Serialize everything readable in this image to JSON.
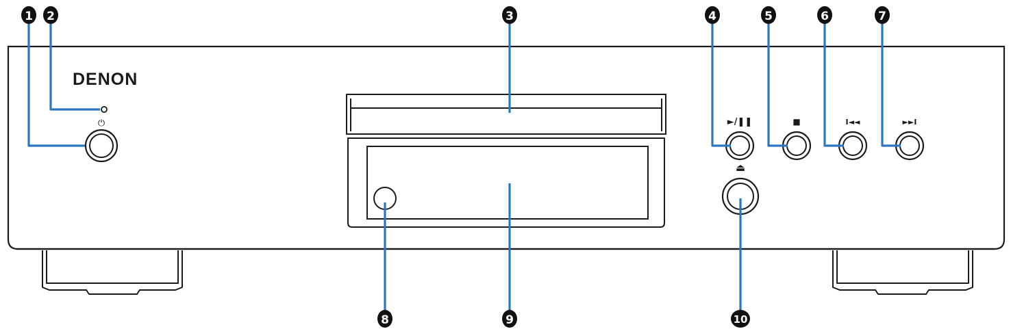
{
  "brand": {
    "logo_text": "DENON"
  },
  "button_symbols": {
    "power": "⏻",
    "play_pause": "►/❚❚",
    "stop": "■",
    "prev": "I◄◄",
    "next": "►►I",
    "eject": "⏏"
  },
  "callouts": [
    {
      "id": 1,
      "label": "1"
    },
    {
      "id": 2,
      "label": "2"
    },
    {
      "id": 3,
      "label": "3"
    },
    {
      "id": 4,
      "label": "4"
    },
    {
      "id": 5,
      "label": "5"
    },
    {
      "id": 6,
      "label": "6"
    },
    {
      "id": 7,
      "label": "7"
    },
    {
      "id": 8,
      "label": "8"
    },
    {
      "id": 9,
      "label": "9"
    },
    {
      "id": 10,
      "label": "10"
    }
  ],
  "colors": {
    "leader": "#2a78c2",
    "outline": "#1a1a1a",
    "badge": "#111111"
  }
}
